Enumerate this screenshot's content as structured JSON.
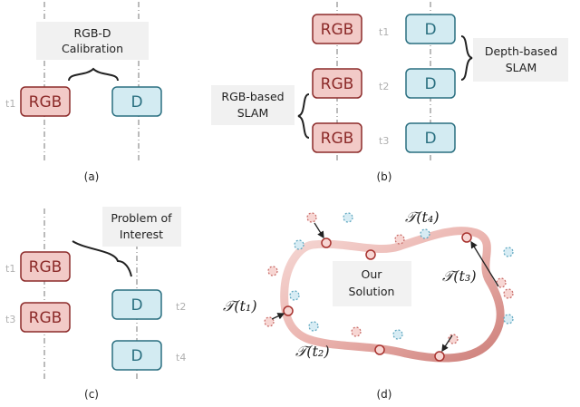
{
  "captions": {
    "a": "(a)",
    "b": "(b)",
    "c": "(c)",
    "d": "(d)"
  },
  "panel_a": {
    "note_line1": "RGB-D",
    "note_line2": "Calibration",
    "rgb": "RGB",
    "depth": "D",
    "t1": "t1"
  },
  "panel_b": {
    "rgb": "RGB",
    "depth": "D",
    "t1": "t1",
    "t2": "t2",
    "t3": "t3",
    "depth_note_line1": "Depth-based",
    "depth_note_line2": "SLAM",
    "rgb_note_line1": "RGB-based",
    "rgb_note_line2": "SLAM"
  },
  "panel_c": {
    "note_line1": "Problem of",
    "note_line2": "Interest",
    "rgb": "RGB",
    "depth": "D",
    "t1": "t1",
    "t2": "t2",
    "t3": "t3",
    "t4": "t4"
  },
  "panel_d": {
    "note_line1": "Our",
    "note_line2": "Solution",
    "pose_t1": "𝒯(t₁)",
    "pose_t2": "𝒯(t₂)",
    "pose_t3": "𝒯(t₃)",
    "pose_t4": "𝒯(t₄)"
  },
  "colors": {
    "rgb_fill": "#f2cac7",
    "rgb_stroke": "#8c2b2a",
    "depth_fill": "#d3ebf2",
    "depth_stroke": "#2a6f80",
    "label_bg": "#f1f1f1"
  }
}
